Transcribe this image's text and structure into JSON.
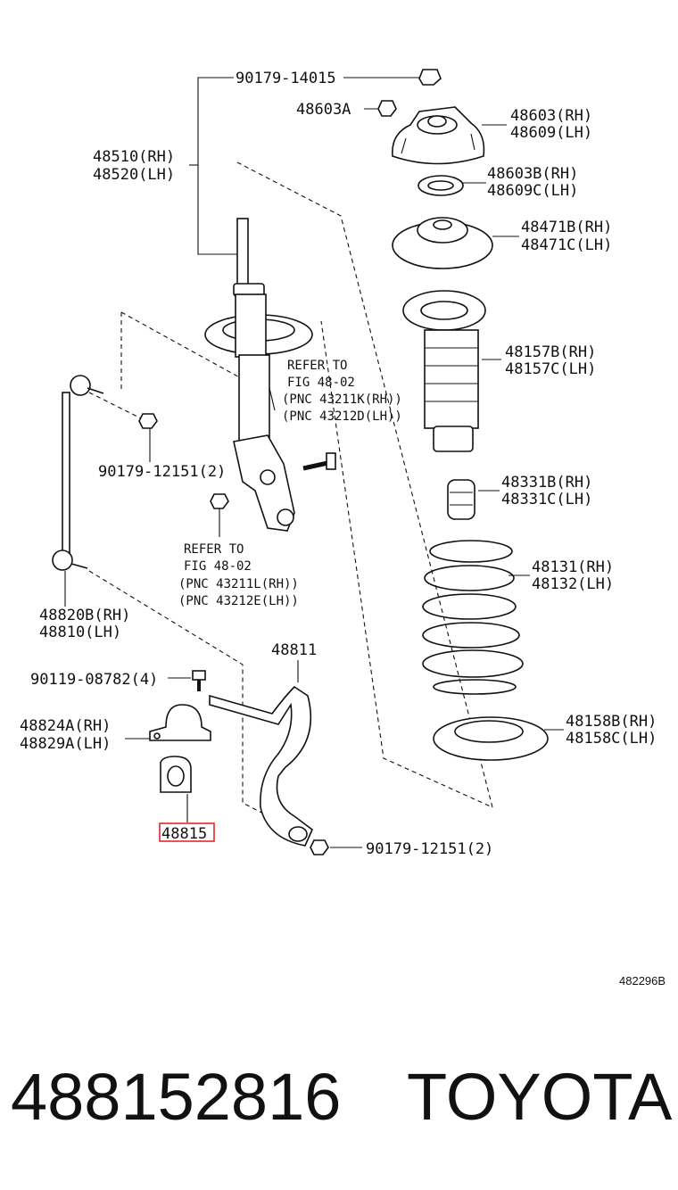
{
  "labels": {
    "p90179_14015": "90179-14015",
    "p48603a": "48603A",
    "p48603_rh": "48603(RH)",
    "p48609_lh": "48609(LH)",
    "p48510_rh": "48510(RH)",
    "p48520_lh": "48520(LH)",
    "p48603b_rh": "48603B(RH)",
    "p48609c_lh": "48609C(LH)",
    "p48471b_rh": "48471B(RH)",
    "p48471c_lh": "48471C(LH)",
    "p48157b_rh": "48157B(RH)",
    "p48157c_lh": "48157C(LH)",
    "refer1_a": "REFER TO",
    "refer1_b": "FIG 48-02",
    "refer1_c": "(PNC 43211K(RH))",
    "refer1_d": "(PNC 43212D(LH))",
    "p90179_12151_a": "90179-12151(2)",
    "p48331b_rh": "48331B(RH)",
    "p48331c_lh": "48331C(LH)",
    "refer2_a": "REFER TO",
    "refer2_b": "FIG 48-02",
    "refer2_c": "(PNC 43211L(RH))",
    "refer2_d": "(PNC 43212E(LH))",
    "p48131_rh": "48131(RH)",
    "p48132_lh": "48132(LH)",
    "p48820b_rh": "48820B(RH)",
    "p48810_lh": "48810(LH)",
    "p48811": "48811",
    "p90119_08782": "90119-08782(4)",
    "p48824a_rh": "48824A(RH)",
    "p48829a_lh": "48829A(LH)",
    "p48158b_rh": "48158B(RH)",
    "p48158c_lh": "48158C(LH)",
    "p48815": "48815",
    "p90179_12151_b": "90179-12151(2)"
  },
  "diagram_code": "482296B",
  "footer": {
    "part_number": "488152816",
    "brand": "TOYOTA"
  },
  "highlight_color": "#e0282e"
}
